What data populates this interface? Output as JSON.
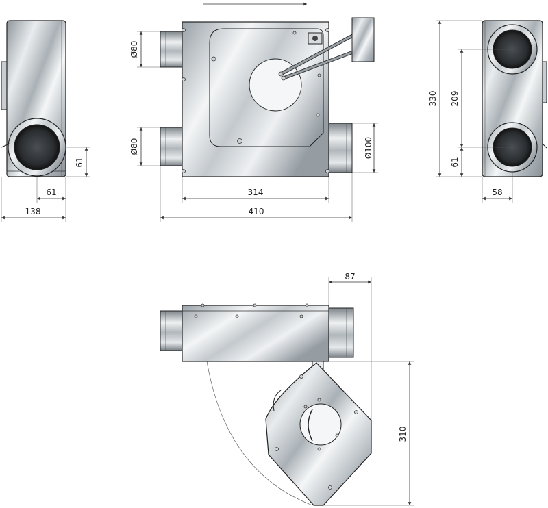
{
  "dimensions": {
    "front_inlet_top_diameter": "Ø80",
    "front_inlet_bottom_diameter": "Ø80",
    "front_outlet_diameter": "Ø100",
    "front_body_width": "314",
    "front_overall_width": "410",
    "left_side_offset_height": "61",
    "left_side_offset_width": "61",
    "left_side_depth": "138",
    "right_side_height": "330",
    "right_side_spacing": "209",
    "right_side_bottom_offset": "61",
    "right_side_offset_width": "58",
    "top_outlet_length": "87",
    "top_door_depth": "310"
  },
  "colors": {
    "steel_light": "#f2f4f6",
    "steel_mid": "#b9bfc4",
    "steel_dark": "#7f878d",
    "line": "#222222"
  }
}
